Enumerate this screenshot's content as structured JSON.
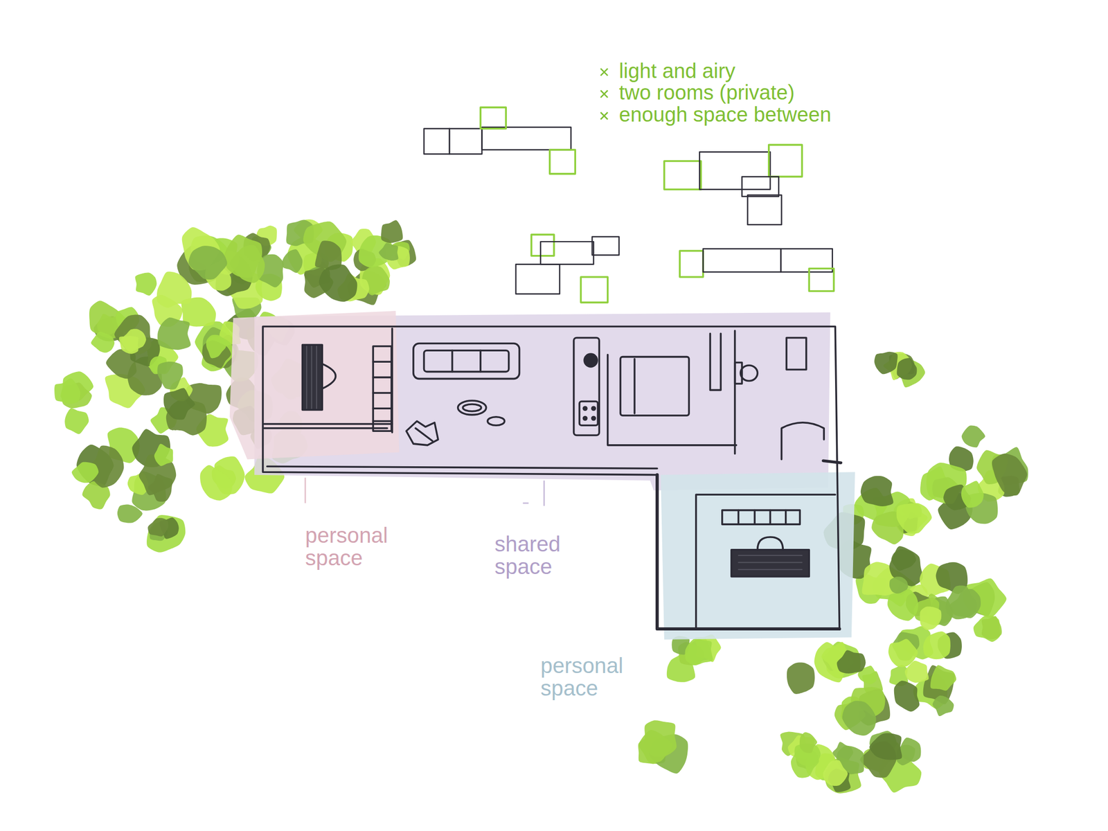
{
  "diagram": {
    "labels": [
      "light and airy",
      "two rooms (private)",
      "enough space between",
      "personal space",
      "shared space",
      "personal space"
    ]
  }
}
